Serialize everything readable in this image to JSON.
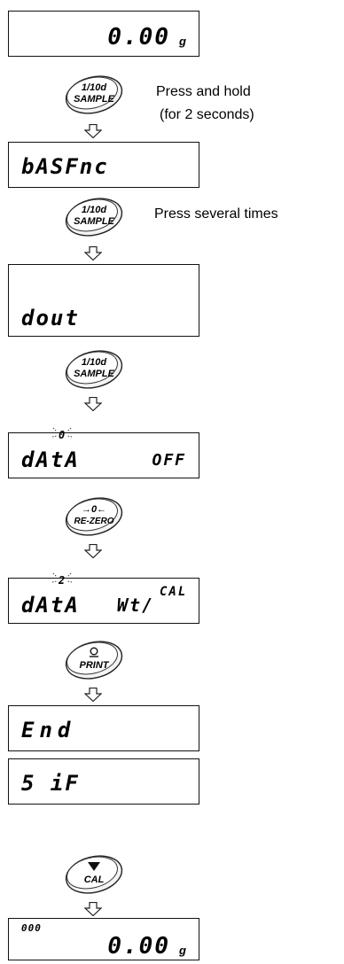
{
  "displays": {
    "d1": {
      "value": "0.00",
      "unit": "g"
    },
    "d2": {
      "text": "bASFnc"
    },
    "d3": {
      "text": "dout"
    },
    "d4": {
      "text": "dAtA",
      "digit": "0",
      "setting": "OFF"
    },
    "d5": {
      "text": "dAtA",
      "digit": "2",
      "setting": "Wt/",
      "sup": "CAL"
    },
    "d6": {
      "text": "End"
    },
    "d7": {
      "text": "5 iF"
    },
    "d8": {
      "counter": "000",
      "value": "0.00",
      "unit": "g"
    }
  },
  "buttons": {
    "sample1": {
      "line1": "1/10d",
      "line2": "SAMPLE"
    },
    "sample2": {
      "line1": "1/10d",
      "line2": "SAMPLE"
    },
    "sample3": {
      "line1": "1/10d",
      "line2": "SAMPLE"
    },
    "rezero": {
      "line1": "→0←",
      "line2": "RE-ZERO"
    },
    "print": {
      "line2": "PRINT"
    },
    "cal": {
      "line2": "CAL"
    }
  },
  "notes": {
    "press_hold": "Press and hold",
    "two_seconds": "(for 2 seconds)",
    "press_several": "Press several times"
  },
  "icons": {
    "flow_arrow": "hollow-down-arrow-icon",
    "print_symbol": "print-icon",
    "cal_symbol": "down-triangle-icon",
    "blink_marks": "blink-indicator-icon"
  }
}
